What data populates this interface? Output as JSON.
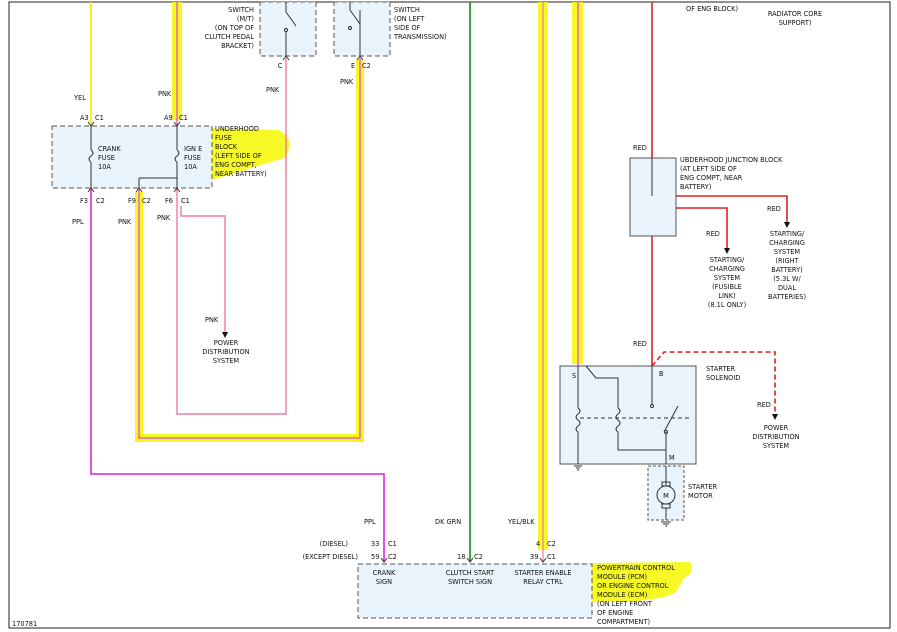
{
  "colors": {
    "yel": "#f2f200",
    "pnk": "#f07aa0",
    "ppl": "#e83ae0",
    "red": "#e02020",
    "grn": "#2c9a2c",
    "highlight": "#f4f800"
  },
  "top": {
    "switch_mt": [
      "SWITCH",
      "(M/T)",
      "(ON TOP OF",
      "CLUTCH PEDAL",
      "BRACKET)"
    ],
    "switch_trans": [
      "SWITCH",
      "(ON LEFT",
      "SIDE OF",
      "TRANSMISSION)"
    ],
    "of_eng_block": "OF ENG BLOCK)",
    "radiator": [
      "RADIATOR CORE",
      "SUPPORT)"
    ],
    "pin_c": "C",
    "pin_e": "E",
    "pin_e_conn": "C2",
    "pnk_left": "PNK",
    "pnk_right": "PNK"
  },
  "fuse_block": {
    "yel": "YEL",
    "pnk": "PNK",
    "a3": "A3",
    "a3_conn": "C1",
    "a9": "A9",
    "a9_conn": "C1",
    "crank_fuse": [
      "CRANK",
      "FUSE",
      "10A"
    ],
    "ign_fuse": [
      "IGN E",
      "FUSE",
      "10A"
    ],
    "label": [
      "UNDERHOOD",
      "FUSE",
      "BLOCK",
      "(LEFT SIDE OF",
      "ENG COMPT,",
      "NEAR BATTERY)"
    ],
    "f3": "F3",
    "f3_conn": "C2",
    "f9": "F9",
    "f9_conn": "C2",
    "f6": "F6",
    "f6_conn": "C1",
    "ppl": "PPL",
    "pnk1": "PNK",
    "pnk2": "PNK",
    "pnk3": "PNK",
    "pds": [
      "POWER",
      "DISTRIBUTION",
      "SYSTEM"
    ]
  },
  "junction": {
    "red_top": "RED",
    "label": [
      "UBDERHOOD JUNCTION BLOCK",
      "(AT LEFT SIDE OF",
      "ENG COMPT, NEAR",
      "BATTERY)"
    ],
    "red_a": "RED",
    "red_b": "RED",
    "charging_a": [
      "STARTING/",
      "CHARGING",
      "SYSTEM",
      "(FUSIBLE",
      "LINK)",
      "(8.1L ONLY)"
    ],
    "charging_b": [
      "STARTING/",
      "CHARGING",
      "SYSTEM",
      "(RIGHT",
      "BATTERY)",
      "(5.3L W/",
      "DUAL",
      "BATTERIES)"
    ]
  },
  "solenoid": {
    "red": "RED",
    "s": "S",
    "b": "B",
    "m": "M",
    "label": [
      "STARTER",
      "SOLENOID"
    ],
    "red_dash": "RED",
    "pds": [
      "POWER",
      "DISTRIBUTION",
      "SYSTEM"
    ],
    "motor_symbol": "M",
    "motor": [
      "STARTER",
      "MOTOR"
    ]
  },
  "pcm": {
    "ppl": "PPL",
    "dkgrn": "DK GRN",
    "yelblk": "YEL/BLK",
    "diesel": "(DIESEL)",
    "except": "(EXCEPT DIESEL)",
    "p33": "33",
    "p33c": "C1",
    "p59": "59",
    "p59c": "C2",
    "p18": "18",
    "p18c": "C2",
    "p4": "4",
    "p4c": "C2",
    "p39": "39",
    "p39c": "C1",
    "crank": [
      "CRANK",
      "SIGN"
    ],
    "clutch": [
      "CLUTCH START",
      "SWITCH SIGN"
    ],
    "starter": [
      "STARTER ENABLE",
      "RELAY CTRL"
    ],
    "label": [
      "POWERTRAIN CONTROL",
      "MODULE (PCM)",
      "OR ENGINE CONTROL",
      "MODULE (ECM)",
      "(ON LEFT FRONT",
      "OF ENGINE",
      "COMPARTMENT)"
    ]
  },
  "figure_id": "170781"
}
